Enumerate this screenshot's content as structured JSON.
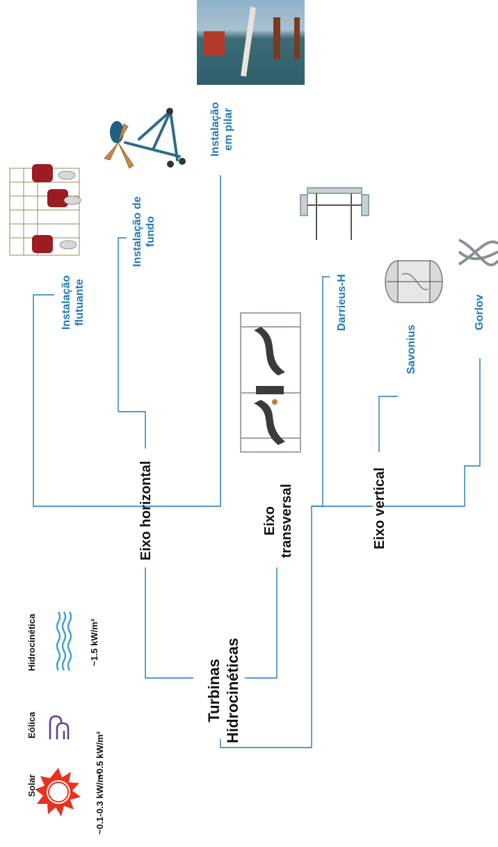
{
  "root": {
    "line1": "Turbinas",
    "line2": "Hidrocinéticas"
  },
  "branches": {
    "horizontal": "Eixo horizontal",
    "transversal_line1": "Eixo",
    "transversal_line2": "transversal",
    "vertical": "Eixo vertical"
  },
  "leaves": {
    "flutuante_line1": "Instalação",
    "flutuante_line2": "flutuante",
    "fundo_line1": "Instalação de",
    "fundo_line2": "fundo",
    "pilar_line1": "Instalação",
    "pilar_line2": "em pilar",
    "darrieus": "Darrieus-H",
    "savonius": "Savonius",
    "gorlov": "Gorlov"
  },
  "energy_legend": [
    {
      "name": "Solar",
      "value": "~0.1-0.3 kW/m²",
      "icon": "sun-icon"
    },
    {
      "name": "Eólica",
      "value": "~0.5 kW/m²",
      "icon": "wind-icon"
    },
    {
      "name": "Hidrocinética",
      "value": "~1.5 kW/m²",
      "icon": "water-waves-icon"
    }
  ],
  "colors": {
    "line": "#1e78bd",
    "label_blue": "#1e78bd",
    "sun": "#e8321e",
    "wind": "#5b3f96",
    "waves": "#3aa0dc",
    "buoy": "#9b1c23"
  }
}
